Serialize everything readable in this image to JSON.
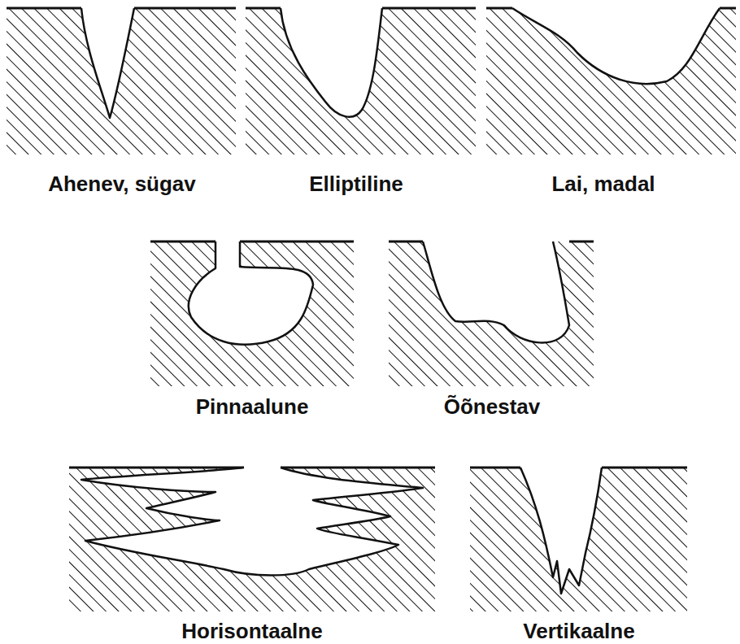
{
  "diagram": {
    "labels": [
      "Ahenev, sügav",
      "Elliptiline",
      "Lai, madal",
      "Pinnaalune",
      "Õõnestav",
      "Horisontaalne",
      "Vertikaalne"
    ]
  }
}
